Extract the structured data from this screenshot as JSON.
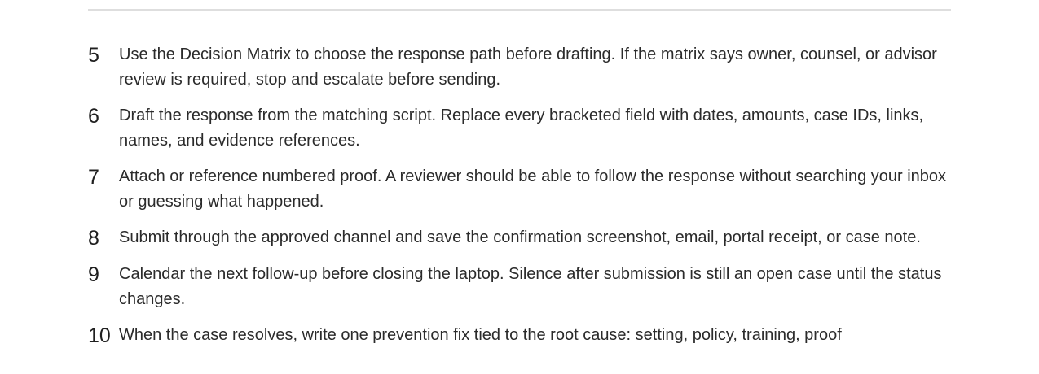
{
  "steps": [
    {
      "number": "5",
      "text": "Use the Decision Matrix to choose the response path before drafting. If the matrix says owner, counsel, or advisor review is required, stop and escalate before sending."
    },
    {
      "number": "6",
      "text": "Draft the response from the matching script. Replace every bracketed field with dates, amounts, case IDs, links, names, and evidence references."
    },
    {
      "number": "7",
      "text": "Attach or reference numbered proof. A reviewer should be able to follow the response without searching your inbox or guessing what happened."
    },
    {
      "number": "8",
      "text": "Submit through the approved channel and save the confirmation screenshot, email, portal receipt, or case note."
    },
    {
      "number": "9",
      "text": "Calendar the next follow-up before closing the laptop. Silence after submission is still an open case until the status changes."
    },
    {
      "number": "10",
      "text": "When the case resolves, write one prevention fix tied to the root cause: setting, policy, training, proof"
    }
  ]
}
